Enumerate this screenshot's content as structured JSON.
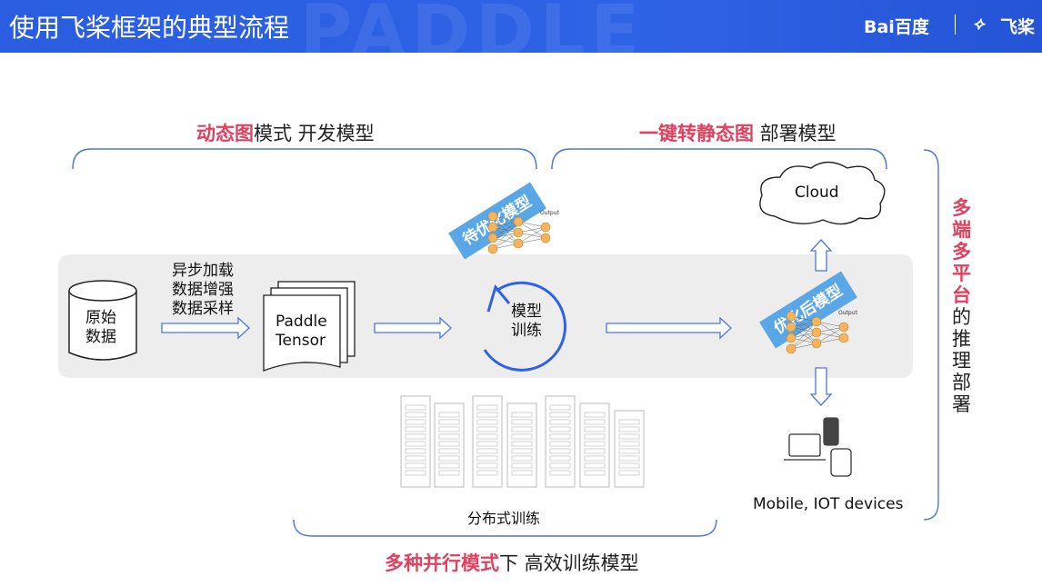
{
  "header": {
    "title": "使用飞桨框架的典型流程",
    "watermark": "PADDLE",
    "logo_baidu": "Bai百度",
    "logo_paddle": "飞桨"
  },
  "sections": {
    "dev": {
      "highlight": "动态图",
      "rest": "模式 开发模型"
    },
    "deploy": {
      "highlight": "一键转静态图",
      "rest": " 部署模型"
    },
    "parallel": {
      "highlight": "多种并行模式",
      "rest": "下 高效训练模型"
    }
  },
  "pipeline": {
    "raw_data": "原始\n数据",
    "preprocess": [
      "异步加载",
      "数据增强",
      "数据采样"
    ],
    "tensor": "Paddle\nTensor",
    "training": "模型\n训练",
    "model_to_optimize": "待优化模型",
    "optimized_model": "优化后模型",
    "output_label": "Output"
  },
  "distributed": {
    "label": "分布式训练"
  },
  "deploy_targets": {
    "cloud": "Cloud",
    "devices": "Mobile, IOT devices"
  },
  "side_label": {
    "chars": [
      "多",
      "端",
      "多",
      "平",
      "台",
      "的",
      "推",
      "理",
      "部",
      "署"
    ]
  },
  "colors": {
    "accent_red": "#e0415f",
    "brand_blue": "#2f63e6",
    "arrow_blue": "#4a77e0",
    "banner_blue": "#5aa7e8"
  }
}
